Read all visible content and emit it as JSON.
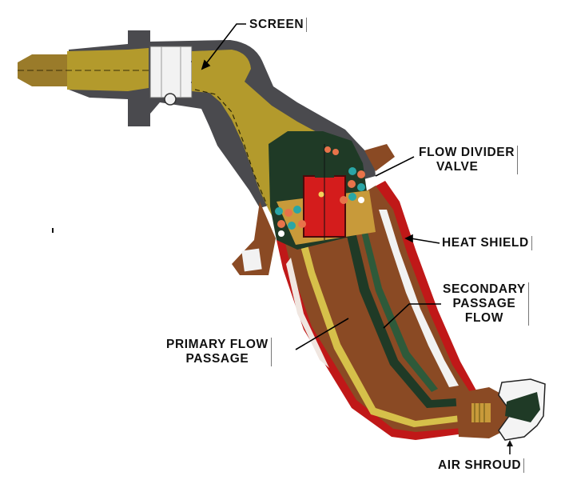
{
  "labels": {
    "screen": "SCREEN",
    "flow_divider_valve": [
      "FLOW DIVIDER",
      "VALVE"
    ],
    "heat_shield": "HEAT SHIELD",
    "secondary_passage_flow": [
      "SECONDARY",
      "PASSAGE",
      "FLOW"
    ],
    "primary_flow_passage": [
      "PRIMARY FLOW",
      "PASSAGE"
    ],
    "air_shroud": "AIR SHROUD"
  },
  "colors": {
    "brass": "#b39a2c",
    "brass_dark": "#5e4f10",
    "housing_gray": "#4a4a4e",
    "copper": "#8a4a24",
    "copper_light": "#a55f33",
    "heat_shield_red": "#c01818",
    "valve_red": "#d41c1c",
    "dark_green": "#1f3a26",
    "spring_cyan": "#2aa6a6",
    "spring_orange": "#e8734a",
    "white_part": "#f2f2f2",
    "leader_line": "#000000"
  }
}
